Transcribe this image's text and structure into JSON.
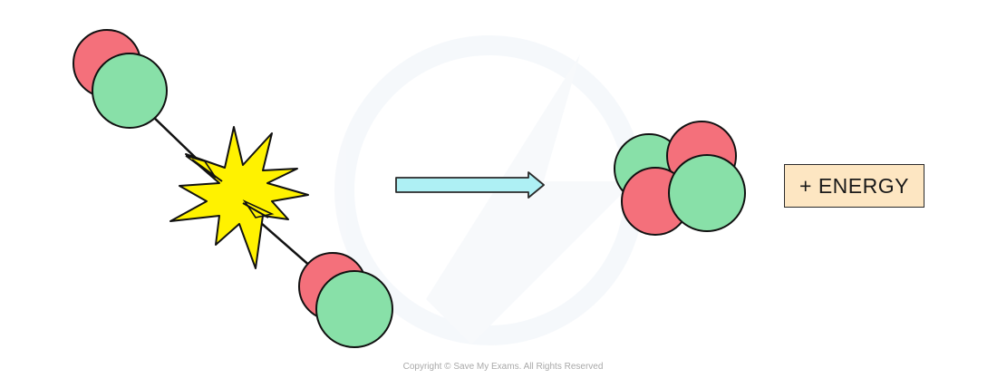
{
  "diagram": {
    "energy_label": "+ ENERGY",
    "copyright": "Copyright © Save My Exams. All Rights Reserved"
  },
  "colors": {
    "proton": "#f4707b",
    "neutron": "#88e0a8",
    "collision_flash": "#fff200",
    "arrow": "#aef0f4",
    "energy_box": "#fde6c2",
    "watermark": "#eef3f8"
  },
  "icons": {
    "watermark": "save-my-exams-logo-watermark",
    "collision": "collision-star-icon",
    "reaction_arrow": "right-arrow-icon"
  }
}
